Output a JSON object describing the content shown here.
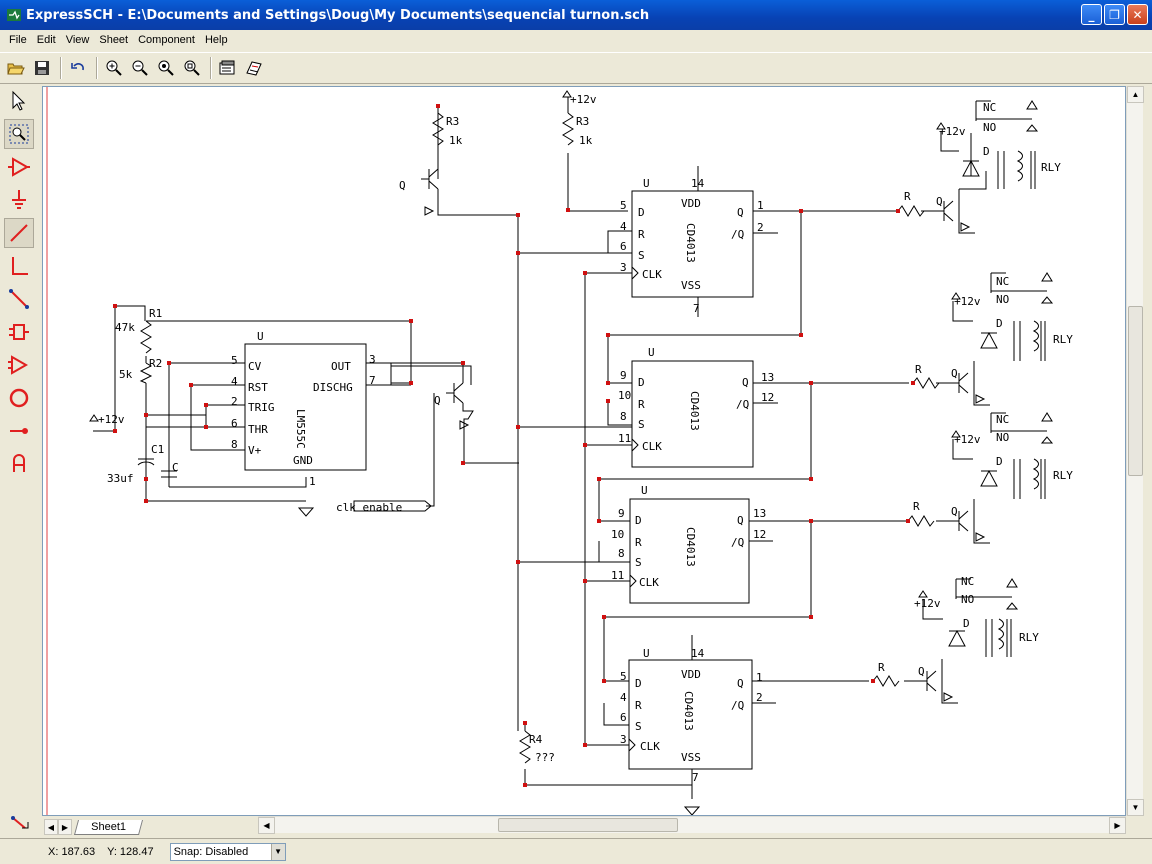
{
  "window": {
    "title": "ExpressSCH - E:\\Documents and Settings\\Doug\\My Documents\\sequencial turnon.sch",
    "minimize": "_",
    "restore": "❐",
    "close": "✕"
  },
  "menu": [
    "File",
    "Edit",
    "View",
    "Sheet",
    "Component",
    "Help"
  ],
  "toolbar": {
    "icons": [
      "open-icon",
      "save-icon",
      "undo-icon",
      "zoom-in-icon",
      "zoom-out-icon",
      "zoom-fit-icon",
      "zoom-area-icon",
      "properties-icon",
      "print-icon"
    ]
  },
  "left_tools": [
    "pointer-icon",
    "select-area-icon",
    "component-icon",
    "ground-icon",
    "wire-icon",
    "bus-icon",
    "line-icon",
    "box-icon",
    "buffer-icon",
    "circle-icon",
    "pin-icon",
    "text-icon"
  ],
  "schematic": {
    "supply_label": "+12v",
    "r1": "R1",
    "r1_val": "47k",
    "r2": "R2",
    "r2_val": "5k",
    "r3": "R3",
    "r3_val": "1k",
    "r4": "R4",
    "r4_val": "???",
    "c1": "C1",
    "c1_val": "33uf",
    "c2": "C",
    "u": "U",
    "lm555": "LM555C",
    "p555": {
      "cv": "CV",
      "rst": "RST",
      "trig": "TRIG",
      "thr": "THR",
      "vplus": "V+",
      "out": "OUT",
      "dischg": "DISCHG",
      "gnd": "GND"
    },
    "n555": {
      "n5": "5",
      "n4": "4",
      "n2": "2",
      "n6": "6",
      "n8": "8",
      "n3": "3",
      "n7": "7",
      "n1": "1"
    },
    "q": "Q",
    "cd": "CD4013",
    "ff": {
      "d": "D",
      "r": "R",
      "s": "S",
      "clk": "CLK",
      "vdd": "VDD",
      "vss": "VSS",
      "q": "Q",
      "qn": "/Q"
    },
    "ffn": {
      "n14": "14",
      "n7": "7",
      "n5": "5",
      "n4": "4",
      "n6": "6",
      "n3": "3",
      "n1": "1",
      "n2": "2",
      "n9": "9",
      "n10": "10",
      "n8": "8",
      "n11": "11",
      "n13": "13",
      "n12": "12"
    },
    "clk_enable": "clk enable",
    "rly": "RLY",
    "nc": "NC",
    "no": "NO",
    "d": "D",
    "r": "R"
  },
  "sheet_tab": "Sheet1",
  "status": {
    "x": "X: 187.63",
    "y": "Y: 128.47",
    "snap": "Snap: Disabled"
  }
}
